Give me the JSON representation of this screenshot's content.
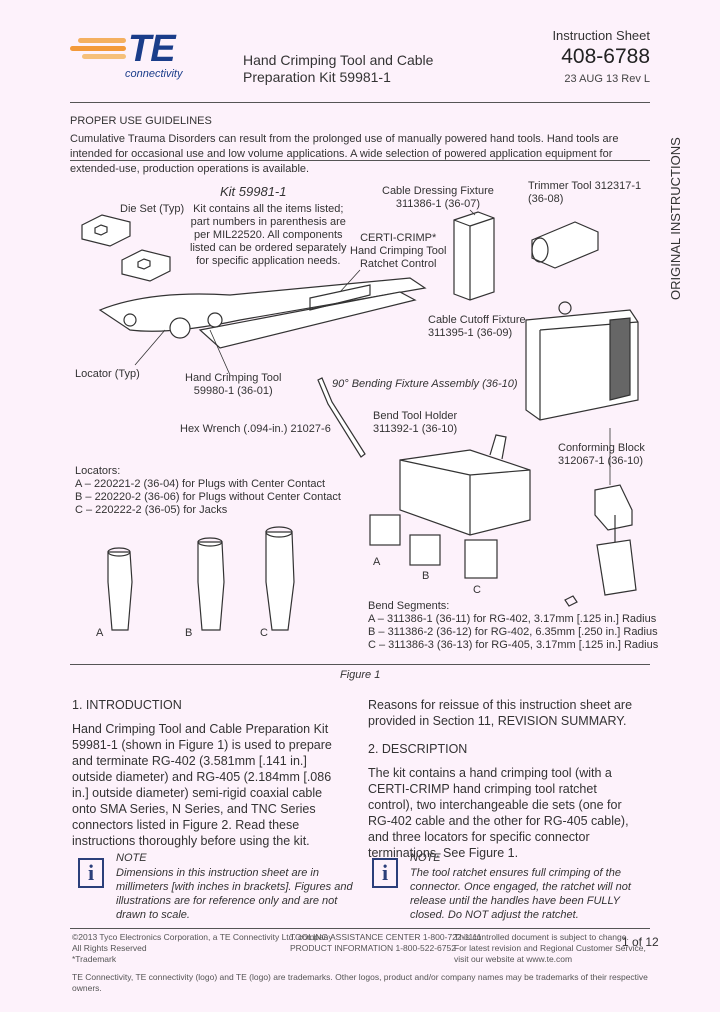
{
  "logo": {
    "word": "TE",
    "tagline": "connectivity"
  },
  "title": [
    "Hand Crimping Tool and Cable",
    "Preparation Kit 59981-1"
  ],
  "header_right": {
    "label": "Instruction Sheet",
    "number": "408-6788",
    "date": "23 AUG 13   Rev L"
  },
  "side_label": "ORIGINAL INSTRUCTIONS",
  "guidelines": {
    "heading": "PROPER USE GUIDELINES",
    "body": "Cumulative Trauma Disorders can result from the prolonged use of manually powered hand tools. Hand tools are intended for occasional use and low volume applications. A wide selection of powered application equipment for extended-use, production operations is available."
  },
  "figure": {
    "kit_title": "Kit 59981-1",
    "kit_text": [
      "Kit contains all the items listed;",
      "part numbers in parenthesis are",
      "per MIL22520. All components",
      "listed can be ordered separately",
      "for specific application needs."
    ],
    "die_set": "Die Set (Typ)",
    "cable_dressing": [
      "Cable Dressing Fixture",
      "311386-1 (36-07)"
    ],
    "trimmer": [
      "Trimmer Tool 312317-1",
      "(36-08)"
    ],
    "ratchet": [
      "CERTI-CRIMP*",
      "Hand Crimping Tool",
      "Ratchet Control"
    ],
    "cutoff": [
      "Cable Cutoff Fixture",
      "311395-1 (36-09)"
    ],
    "locator_typ": "Locator (Typ)",
    "crimp_tool": [
      "Hand Crimping Tool",
      "59980-1 (36-01)"
    ],
    "bending": "90° Bending Fixture Assembly (36-10)",
    "hex": "Hex Wrench (.094-in.) 21027-6",
    "bend_holder": [
      "Bend Tool Holder",
      "311392-1 (36-10)"
    ],
    "conforming": [
      "Conforming Block",
      "312067-1 (36-10)"
    ],
    "locators_heading": "Locators:",
    "locators": [
      "A – 220221-2 (36-04) for Plugs with Center Contact",
      "B – 220220-2 (36-06) for Plugs without Center Contact",
      "C – 220222-2 (36-05) for Jacks"
    ],
    "loc_letters": [
      "A",
      "B",
      "C"
    ],
    "seg_letters": [
      "A",
      "B",
      "C"
    ],
    "bend_heading": "Bend Segments:",
    "bend_segments": [
      "A – 311386-1 (36-11) for RG-402, 3.17mm [.125 in.] Radius",
      "B – 311386-2 (36-12) for RG-402, 6.35mm [.250 in.] Radius",
      "C – 311386-3 (36-13) for RG-405, 3.17mm [.125 in.] Radius"
    ],
    "caption": "Figure 1"
  },
  "intro": {
    "heading": "1. INTRODUCTION",
    "body": "Hand Crimping Tool and Cable Preparation Kit 59981-1 (shown in Figure 1) is used to prepare and terminate RG-402 (3.581mm [.141 in.] outside diameter) and RG-405 (2.184mm [.086 in.] outside diameter) semi-rigid coaxial cable onto SMA Series, N Series, and TNC Series connectors listed in Figure 2. Read these instructions thoroughly before using the kit."
  },
  "note1": {
    "icon": "i",
    "heading": "NOTE",
    "body": "Dimensions in this instruction sheet are in millimeters [with inches in brackets]. Figures and illustrations are for reference only and are not drawn to scale."
  },
  "reasons": "Reasons for reissue of this instruction sheet are provided in Section 11, REVISION SUMMARY.",
  "description": {
    "heading": "2. DESCRIPTION",
    "body": "The kit contains a hand crimping tool (with a CERTI-CRIMP hand crimping tool ratchet control), two interchangeable die sets (one for RG-402 cable and the other for RG-405 cable), and three locators for specific connector terminations. See Figure 1."
  },
  "note2": {
    "icon": "i",
    "heading": "NOTE",
    "body": "The tool ratchet ensures full crimping of the connector. Once engaged, the ratchet will not release until the handles have been FULLY closed. Do NOT adjust the ratchet."
  },
  "footer": {
    "col1": [
      "©2013 Tyco Electronics Corporation, a TE Connectivity Ltd. company",
      "All Rights Reserved",
      "*Trademark"
    ],
    "col2": [
      "TOOLING ASSISTANCE CENTER 1-800-722-1111",
      "PRODUCT INFORMATION 1-800-522-6752"
    ],
    "col3": [
      "This controlled document is subject to change.",
      "For latest revision and Regional Customer Service,",
      "visit our website at www.te.com"
    ],
    "page": "1 of 12",
    "trademark": "TE Connectivity, TE connectivity (logo) and TE (logo) are trademarks. Other logos, product and/or company names may be trademarks of their respective owners."
  }
}
